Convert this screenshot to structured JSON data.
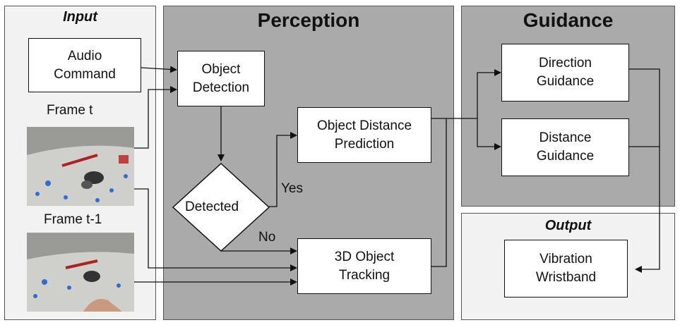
{
  "panels": {
    "input": "Input",
    "perception": "Perception",
    "guidance": "Guidance",
    "output": "Output"
  },
  "boxes": {
    "audio_command": "Audio Command",
    "object_detection": "Object Detection",
    "object_distance_prediction": "Object Distance Prediction",
    "tracking_3d": "3D Object Tracking",
    "direction_guidance": "Direction Guidance",
    "distance_guidance": "Distance Guidance",
    "vibration_wristband": "Vibration Wristband"
  },
  "decision": {
    "label": "Detected",
    "yes": "Yes",
    "no": "No"
  },
  "frames": {
    "frame_t": "Frame t",
    "frame_t1": "Frame t-1"
  },
  "colors": {
    "input_bg": "#f2f2f2",
    "perception_bg": "#aaaaaa",
    "guidance_bg": "#aaaaaa",
    "output_bg": "#f2f2f2"
  }
}
